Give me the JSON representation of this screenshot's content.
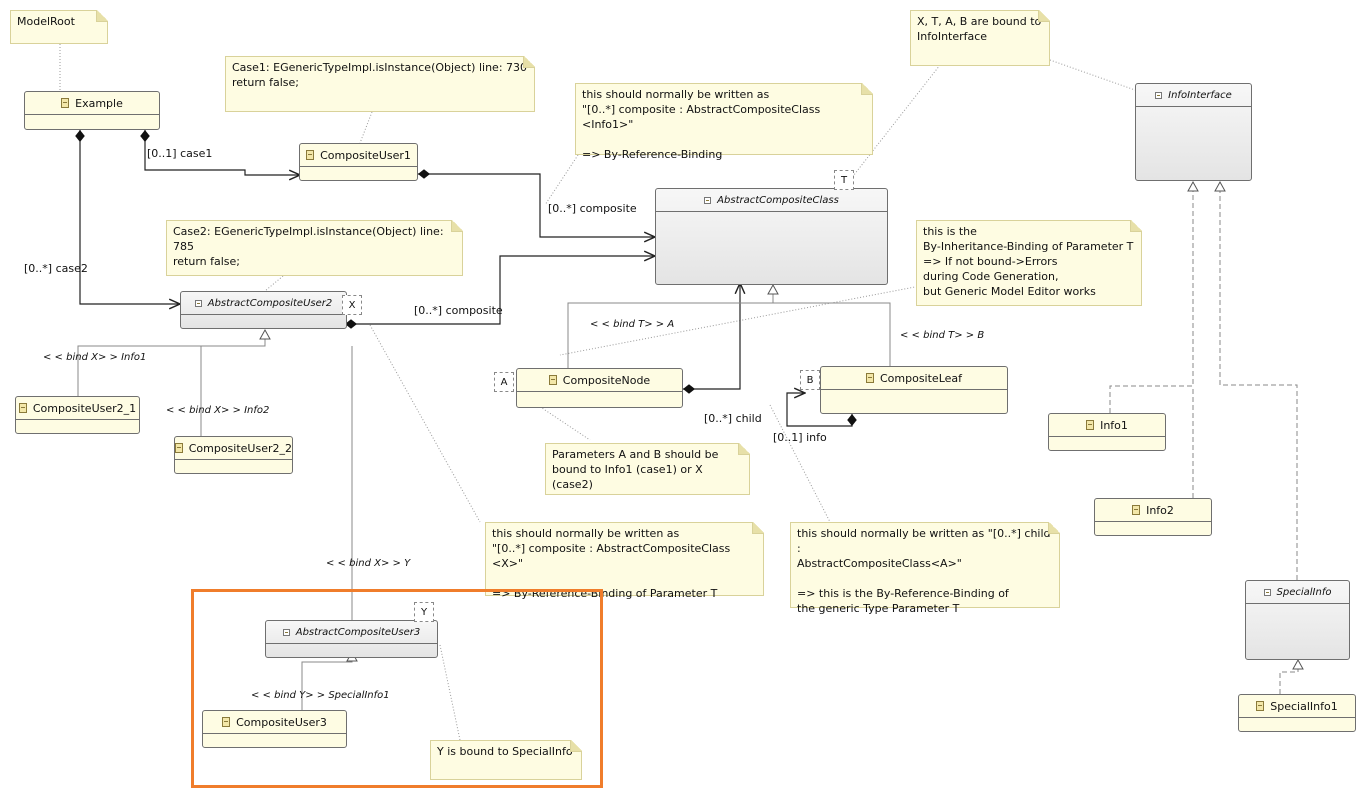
{
  "colors": {
    "highlight": "#f07d2b",
    "note_bg": "#fefce2",
    "class_bg": "#fefce3",
    "abstract_bg": "#ececec"
  },
  "notes": {
    "model_root": "ModelRoot",
    "case1": "Case1: EGenericTypeImpl.isInstance(Object) line: 730\nreturn false;",
    "case2": "Case2: EGenericTypeImpl.isInstance(Object) line: 785\nreturn false;",
    "ref_binding_info1": "this should normally be written as\n\"[0..*] composite : AbstractCompositeClass <Info1>\"\n\n=> By-Reference-Binding",
    "bound_to_info": "X, T, A, B are bound to\nInfoInterface",
    "inheritance_binding": "this is the\n By-Inheritance-Binding of Parameter T\n=> If not bound->Errors\nduring Code Generation,\nbut Generic Model Editor works",
    "params_ab": "Parameters A and B should be\nbound to Info1 (case1) or X (case2)",
    "ref_binding_x": "this should normally be written as\n\"[0..*] composite : AbstractCompositeClass <X>\"\n\n=> By-Reference-Binding of Parameter T",
    "ref_binding_child": "this should normally be written as \"[0..*] child :\nAbstractCompositeClass<A>\"\n\n=> this is the By-Reference-Binding of\nthe generic Type Parameter T",
    "y_bound": "Y is bound to SpecialInfo"
  },
  "classes": {
    "example": "Example",
    "composite_user1": "CompositeUser1",
    "abstract_composite_class": "AbstractCompositeClass",
    "info_interface": "InfoInterface",
    "abstract_composite_user2": "AbstractCompositeUser2",
    "composite_user2_1": "CompositeUser2_1",
    "composite_user2_2": "CompositeUser2_2",
    "composite_node": "CompositeNode",
    "composite_leaf": "CompositeLeaf",
    "info1": "Info1",
    "info2": "Info2",
    "abstract_composite_user3": "AbstractCompositeUser3",
    "composite_user3": "CompositeUser3",
    "special_info": "SpecialInfo",
    "special_info1": "SpecialInfo1"
  },
  "type_params": {
    "t": "T",
    "x": "X",
    "a": "A",
    "b": "B",
    "y": "Y"
  },
  "labels": {
    "case1_ref": "[0..1] case1",
    "case2_ref": "[0..*] case2",
    "composite_ref1": "[0..*] composite",
    "composite_ref2": "[0..*] composite",
    "child_ref": "[0..*] child",
    "info_ref": "[0..1] info",
    "bind_t_a": "< < bind T> >  A",
    "bind_t_b": "< < bind T> >  B",
    "bind_x_info1": "< < bind X> >  Info1",
    "bind_x_info2": "< < bind X> >  Info2",
    "bind_x_y": "< < bind X> >  Y",
    "bind_y_special": "< < bind Y> >  SpecialInfo1"
  }
}
